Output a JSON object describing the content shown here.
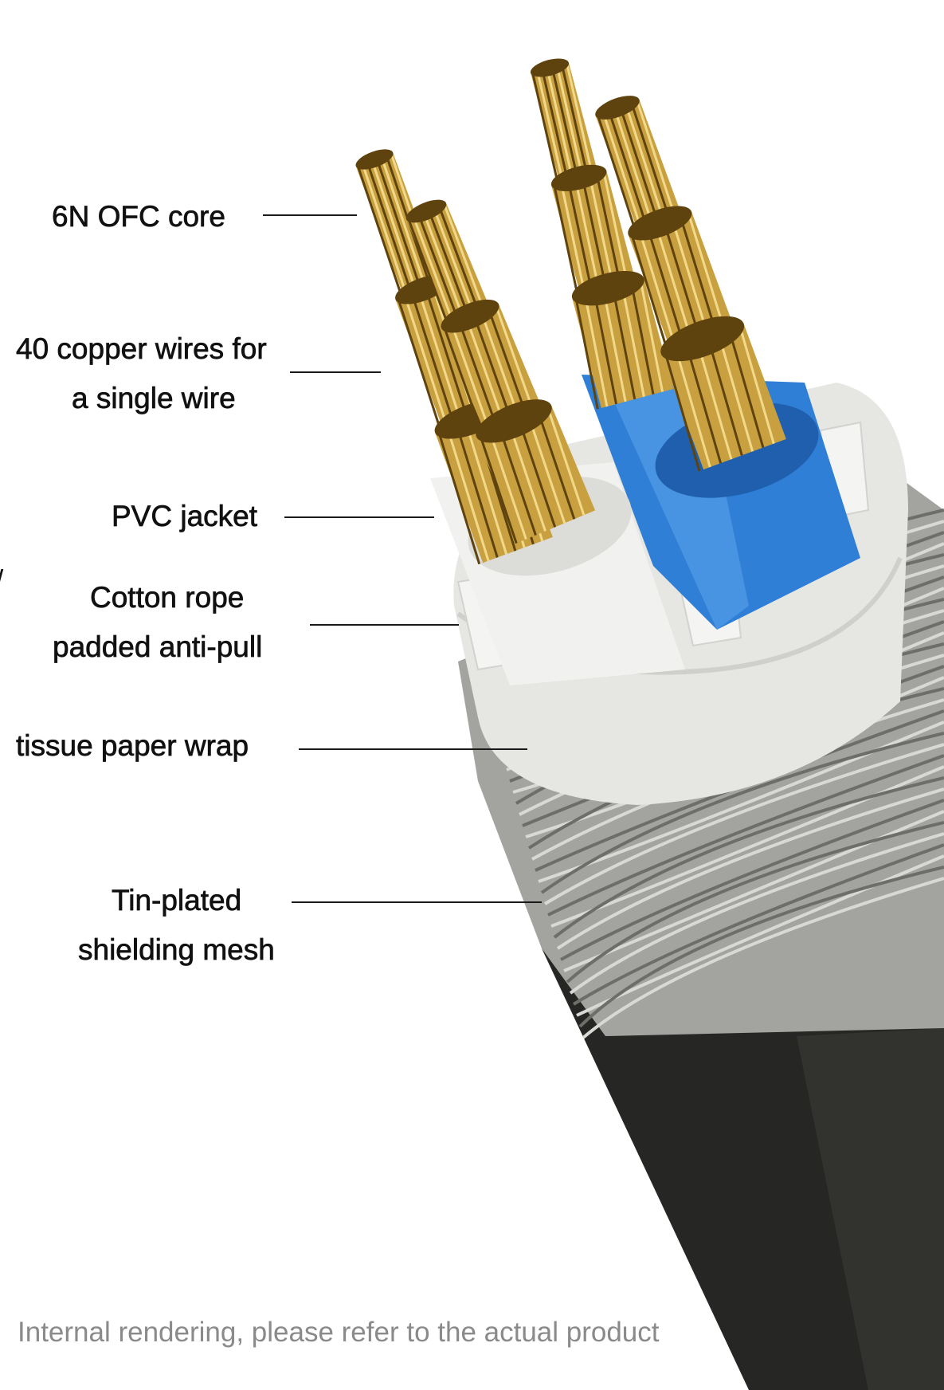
{
  "labels": {
    "core": "6N OFC core",
    "copper_line1": "40 copper wires for",
    "copper_line2": "a single wire",
    "pvc": "PVC jacket",
    "cotton_line1": "Cotton rope",
    "cotton_line2": "padded anti-pull",
    "tissue": "tissue paper wrap",
    "tin_line1": "Tin-plated",
    "tin_line2": "shielding mesh"
  },
  "stray_glyph": "/",
  "footer": "Internal rendering, please refer to the actual product",
  "colors": {
    "gold": "#c9a040",
    "gold_dark": "#5e430f",
    "blue_insulation": "#2f7fd6",
    "white_insulation": "#ececea",
    "braid": "#a3a4a0",
    "jacket": "#262724",
    "footer_text": "#8a8a8a"
  }
}
